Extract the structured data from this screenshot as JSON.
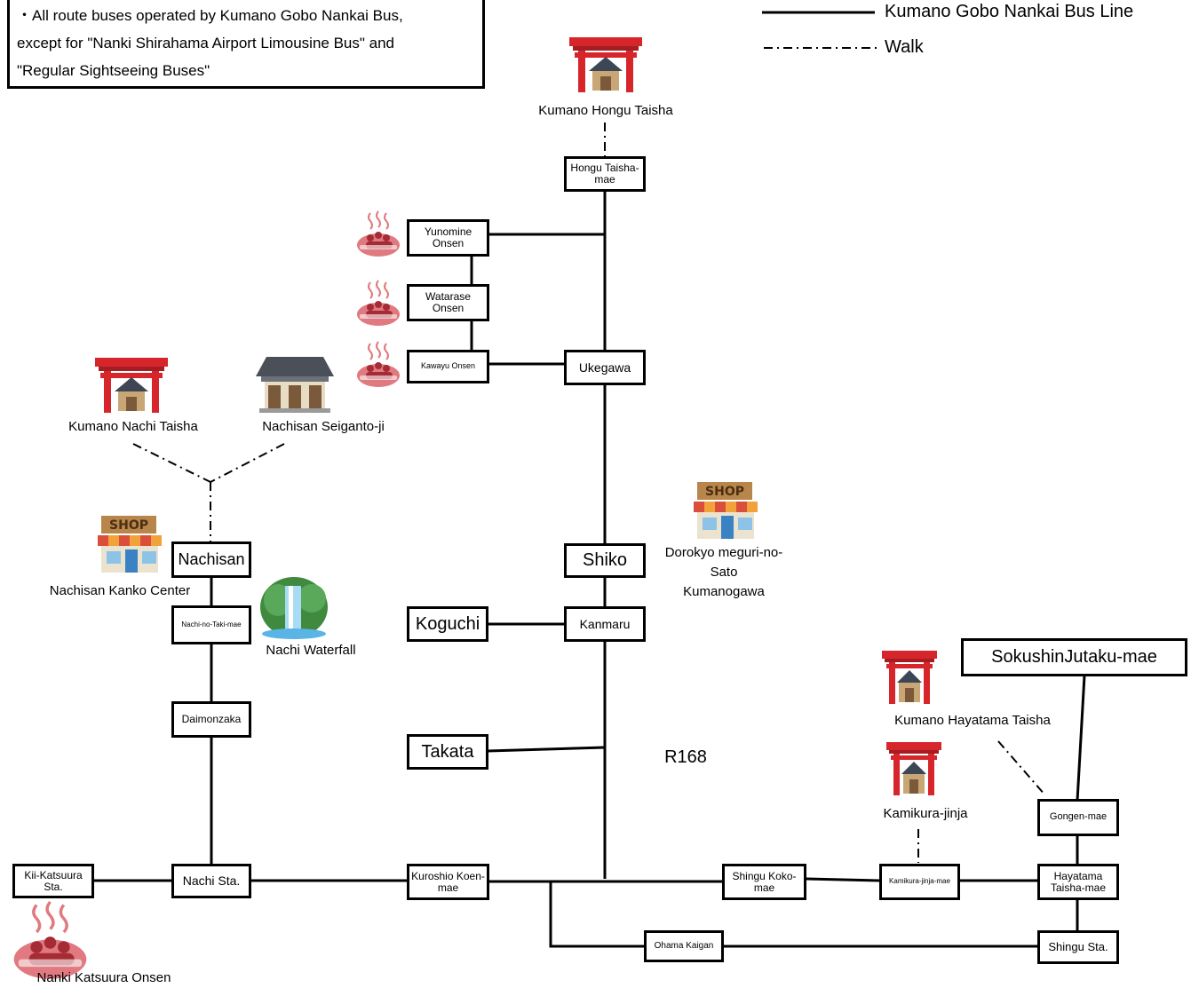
{
  "note": {
    "line1": "・All route buses operated by Kumano Gobo Nankai Bus,",
    "line2": "except for \"Nanki Shirahama Airport Limousine Bus\" and",
    "line3": "\"Regular Sightseeing Buses\""
  },
  "legend": {
    "bus_line": "Kumano Gobo Nankai Bus Line",
    "walk": "Walk"
  },
  "stops": {
    "hongu_taisha_mae": "Hongu Taisha-mae",
    "yunomine_onsen": "Yunomine Onsen",
    "watarase_onsen": "Watarase Onsen",
    "kawayu_onsen": "Kawayu Onsen",
    "ukegawa": "Ukegawa",
    "shiko": "Shiko",
    "koguchi": "Koguchi",
    "kanmaru": "Kanmaru",
    "takata": "Takata",
    "nachisan": "Nachisan",
    "nachi_no_taki_mae": "Nachi-no-Taki-mae",
    "daimonzaka": "Daimonzaka",
    "kii_katsuura_sta": "Kii-Katsuura Sta.",
    "nachi_sta": "Nachi Sta.",
    "kuroshio_koen_mae": "Kuroshio Koen-mae",
    "shingu_koko_mae": "Shingu Koko-mae",
    "kamikura_jinja_mae": "Kamikura-jinja-mae",
    "hayatama_taisha_mae": "Hayatama Taisha-mae",
    "gongen_mae": "Gongen-mae",
    "ohama_kaigan": "Ohama Kaigan",
    "shingu_sta": "Shingu Sta.",
    "sokushin_jutaku_mae": "SokushinJutaku-mae"
  },
  "places": {
    "kumano_hongu_taisha": "Kumano Hongu Taisha",
    "kumano_nachi_taisha": "Kumano Nachi Taisha",
    "nachisan_seiganto_ji": "Nachisan Seiganto-ji",
    "nachisan_kanko_center": "Nachisan Kanko Center",
    "nachi_waterfall": "Nachi Waterfall",
    "dorokyo_line1": "Dorokyo meguri-no-",
    "dorokyo_line2": "Sato",
    "dorokyo_line3": "Kumanogawa",
    "kumano_hayatama_taisha": "Kumano Hayatama Taisha",
    "kamikura_jinja": "Kamikura-jinja",
    "nanki_katsuura_onsen": "Nanki Katsuura Onsen"
  },
  "road_label": "R168",
  "icons": {
    "shrine": "torii-shrine-icon",
    "temple": "temple-icon",
    "shop": "shop-icon",
    "onsen": "onsen-icon",
    "waterfall": "waterfall-icon",
    "shop_sign": "SHOP"
  },
  "colors": {
    "line": "#000000",
    "torii_red": "#d7262b",
    "onsen_pink": "#e07a80",
    "shop_awning_red": "#d94f3b",
    "shop_awning_orange": "#f2a23a",
    "waterfall_green": "#3f8a3f",
    "waterfall_blue": "#5bb4e6"
  }
}
